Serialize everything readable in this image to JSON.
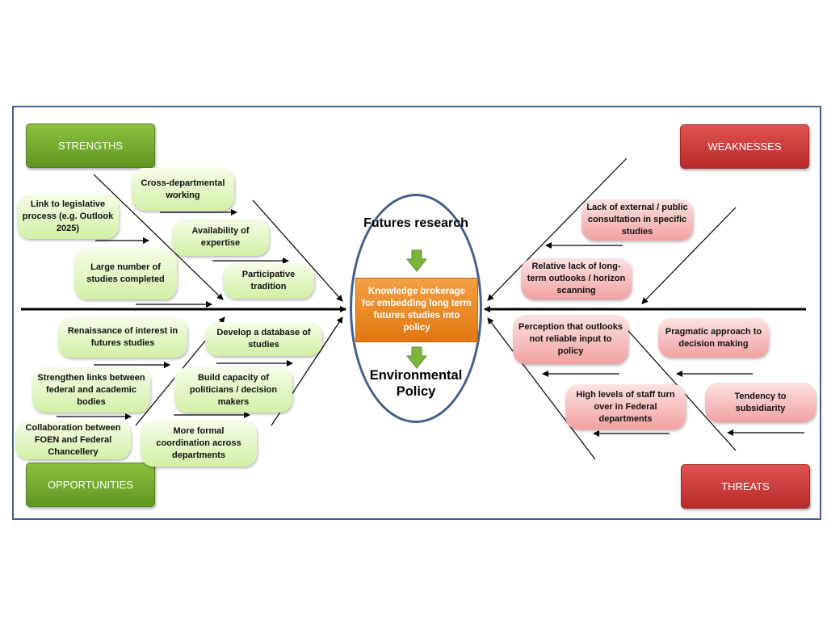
{
  "strengths": {
    "header": "STRENGTHS",
    "items": [
      "Link to legislative process (e.g. Outlook 2025)",
      "Cross-departmental working",
      "Availability of expertise",
      "Large number of studies completed",
      "Participative tradition"
    ]
  },
  "opportunities": {
    "header": "OPPORTUNITIES",
    "items": [
      "Renaissance of interest in futures studies",
      "Develop a database of studies",
      "Strengthen links between federal and academic bodies",
      "Build capacity of politicians / decision makers",
      "Collaboration between FOEN and Federal Chancellery",
      "More formal coordination across departments"
    ]
  },
  "weaknesses": {
    "header": "WEAKNESSES",
    "items": [
      "Lack of external / public consultation in specific studies",
      "Relative lack of long-term outlooks / horizon scanning"
    ]
  },
  "threats": {
    "header": "THREATS",
    "items": [
      "Perception that outlooks not reliable input to policy",
      "Pragmatic approach to decision making",
      "High levels of staff turn over in Federal departments",
      "Tendency to subsidiarity"
    ]
  },
  "center": {
    "top": "Futures research",
    "box": "Knowledge brokerage for embedding long term futures studies into policy",
    "bottom": "Environmental Policy"
  },
  "colors": {
    "frame": "#41608a",
    "green_header": "#6fa52b",
    "red_header": "#c93a3a",
    "center_box": "#ee8a22",
    "down_arrow": "#7cb53a"
  }
}
